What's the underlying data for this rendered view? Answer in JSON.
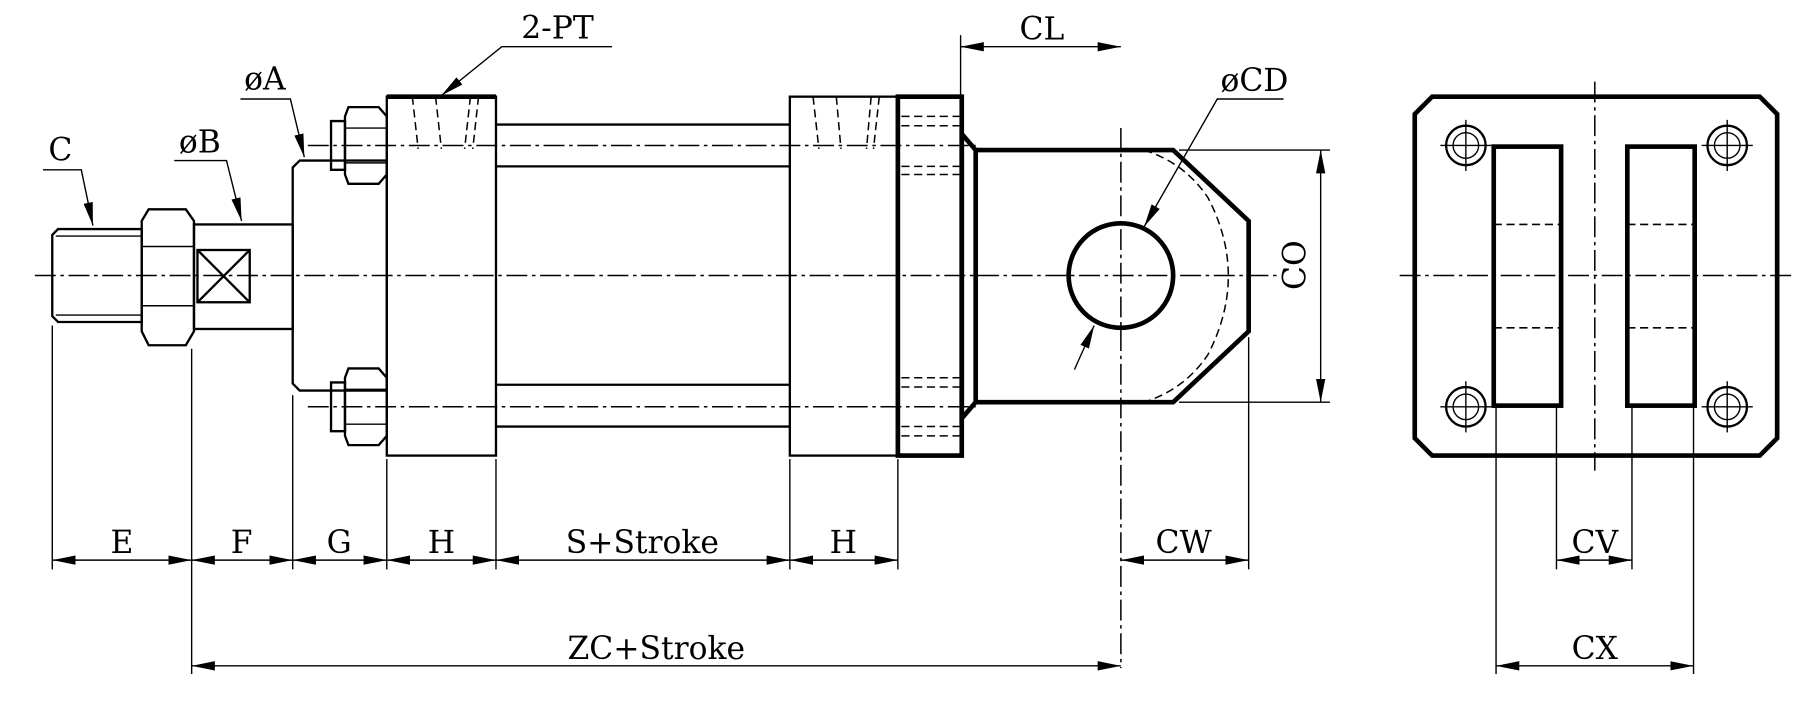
{
  "drawing": {
    "title": "Hydraulic cylinder with clevis mount - dimension drawing",
    "labels": {
      "port": "2-PT",
      "phiA": "øA",
      "phiB": "øB",
      "C": "C",
      "phiCD": "øCD",
      "CL": "CL",
      "CO": "CO",
      "E": "E",
      "F": "F",
      "G": "G",
      "H1": "H",
      "S": "S+Stroke",
      "H2": "H",
      "CW": "CW",
      "ZC": "ZC+Stroke",
      "CV": "CV",
      "CX": "CX"
    },
    "line_color": "#000000",
    "background": "#ffffff"
  }
}
